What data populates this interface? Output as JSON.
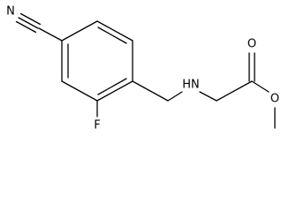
{
  "molecule": {
    "atoms": {
      "nitrile_n": "N",
      "fluorine": "F",
      "amine_nh": "HN",
      "carbonyl_o": "O",
      "ester_o": "O"
    }
  }
}
